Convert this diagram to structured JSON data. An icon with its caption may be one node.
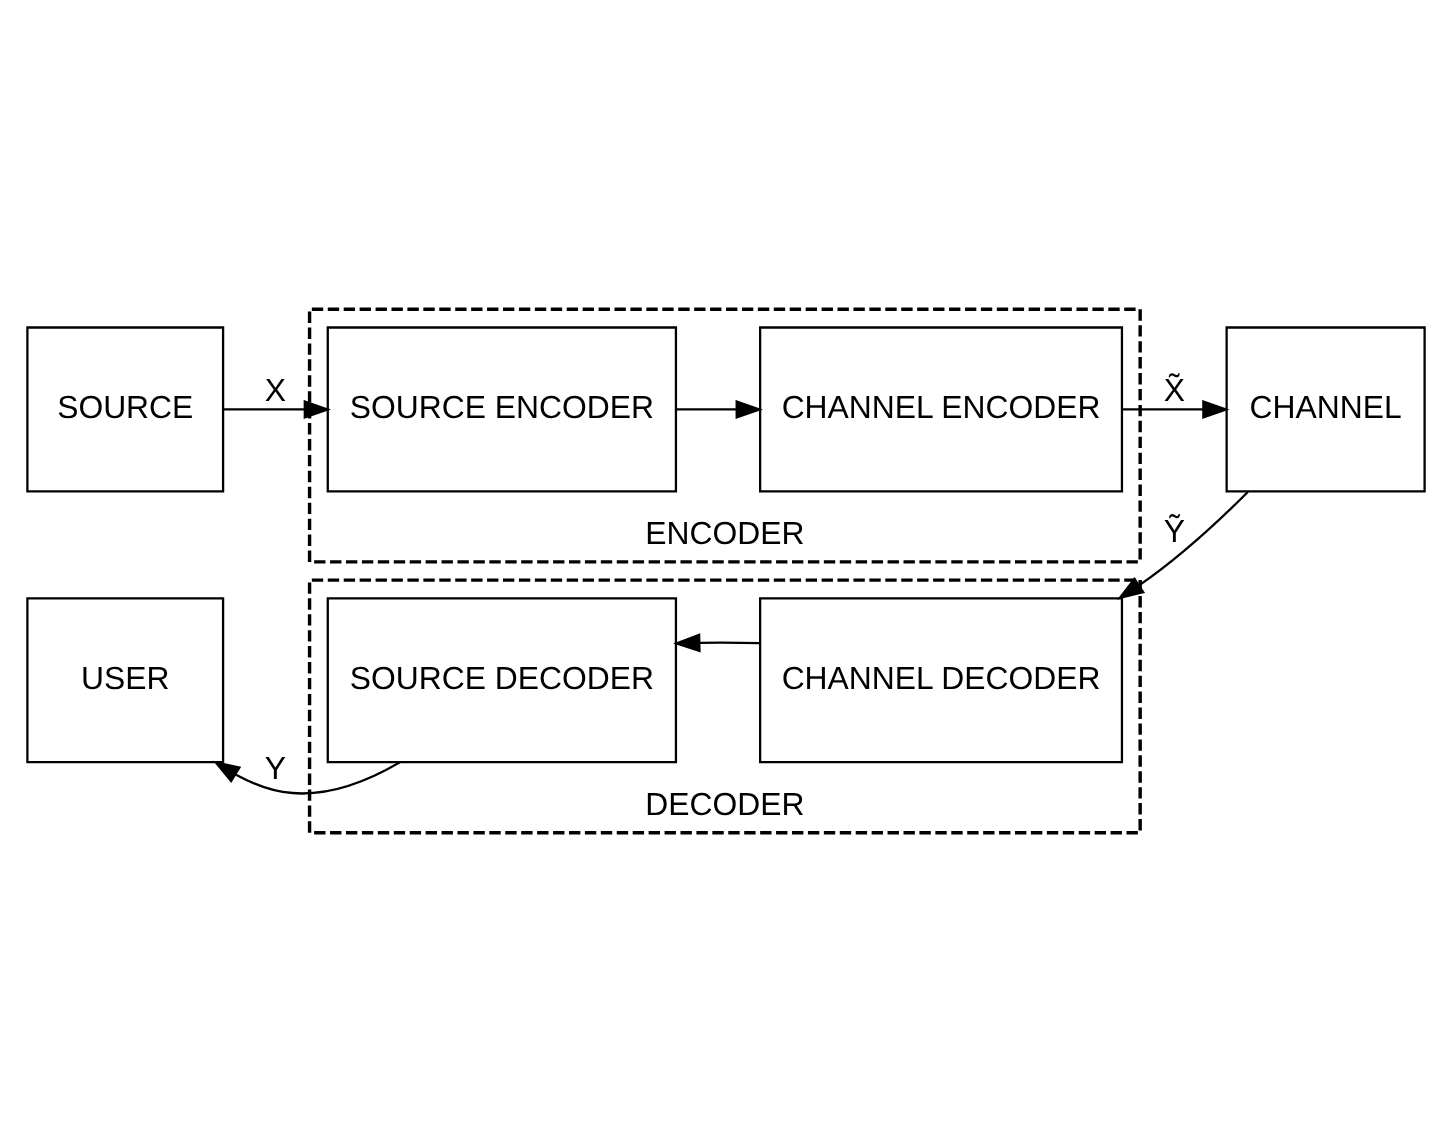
{
  "diagram": {
    "nodes": [
      {
        "text": [
          "SOURCE"
        ]
      },
      {
        "text": [
          "ENCODER"
        ]
      },
      {
        "text": [
          "SOURCE ENCODER"
        ],
        "in": 1
      },
      {
        "text": [
          "CHANNEL ENCODER"
        ],
        "in": 1
      },
      {
        "text": [
          "CHANNEL"
        ]
      },
      {
        "text": [
          "USER"
        ]
      },
      {
        "text": [
          "DECODER"
        ]
      },
      {
        "text": [
          "SOURCE DECODER"
        ],
        "in": 6
      },
      {
        "text": [
          "CHANNEL DECODER"
        ],
        "in": 6
      }
    ],
    "edges": [
      {
        "from": 0,
        "to": 2,
        "arrow": "to",
        "label": "X"
      },
      {
        "from": 2,
        "to": 3,
        "arrow": "to"
      },
      {
        "from": 3,
        "to": 4,
        "arrow": "to",
        "label": "X̃"
      },
      {
        "from": 4,
        "to": 8,
        "arrow": "to",
        "label": "Ỹ"
      },
      {
        "from": 8,
        "to": 7,
        "arrow": "to"
      },
      {
        "from": 7,
        "to": 5,
        "arrow": "to",
        "label": "Y"
      }
    ]
  }
}
